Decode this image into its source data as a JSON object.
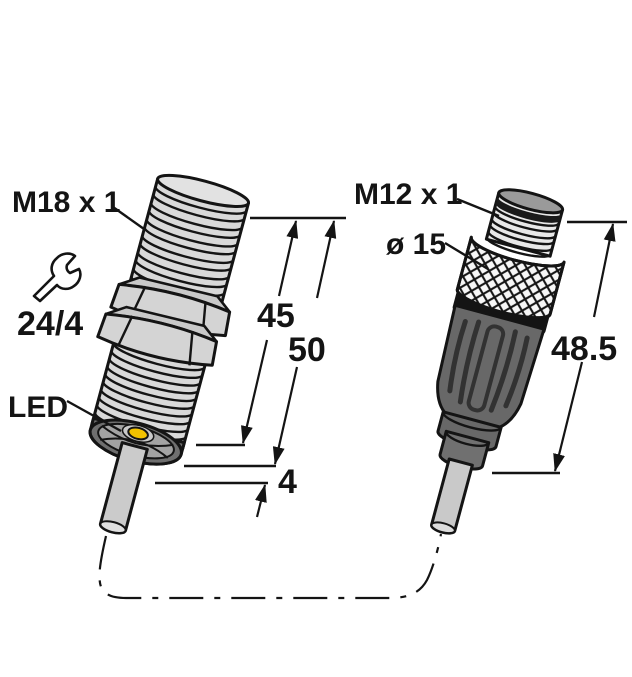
{
  "m18_sensor": {
    "thread_label": "M18 x 1",
    "wrench_size_label": "24/4",
    "led_label": "LED",
    "dim_thread_length": "45",
    "dim_overall_length": "50",
    "dim_tip_length": "4"
  },
  "m12_connector": {
    "thread_label": "M12 x 1",
    "diameter_label": "ø 15",
    "dim_length": "48.5"
  },
  "icons": {
    "wrench": "wrench-icon"
  },
  "colors": {
    "led": "#F2C200",
    "body_gray": "#D9D9D9",
    "face_gray": "#6F6F6F",
    "connector_gray": "#686868",
    "cable_gray": "#CBCBCB",
    "knurl_bg": "#F7F7F7",
    "band_black": "#141414",
    "outline": "#141414"
  }
}
